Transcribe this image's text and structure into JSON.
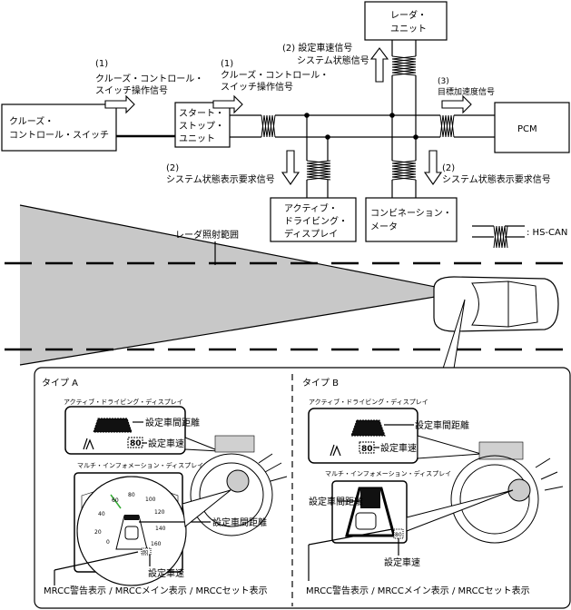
{
  "units": {
    "radar": [
      "レーダ・",
      "ユニット"
    ],
    "cruise_switch": [
      "クルーズ・",
      "コントロール・スイッチ"
    ],
    "start_stop": [
      "スタート・",
      "ストップ・",
      "ユニット"
    ],
    "pcm": "PCM",
    "add": [
      "アクティブ・",
      "ドライビング・",
      "ディスプレイ"
    ],
    "meter": [
      "コンビネーション・",
      "メータ"
    ]
  },
  "signals": {
    "s1a": [
      "(1)",
      "クルーズ・コントロール・",
      "スイッチ操作信号"
    ],
    "s1b": [
      "(1)",
      "クルーズ・コントロール・",
      "スイッチ操作信号"
    ],
    "s2_radar": [
      "(2) 設定車速信号",
      "システム状態信号"
    ],
    "s3": [
      "(3)",
      "目標加速度信号"
    ],
    "s2_add": [
      "(2)",
      "システム状態表示要求信号"
    ],
    "s2_meter": [
      "(2)",
      "システム状態表示要求信号"
    ]
  },
  "legend": {
    "hs_can": ": HS-CAN"
  },
  "road": {
    "radar_range": "レーダ照射範囲"
  },
  "type_a": {
    "title": "タイプ A",
    "add_label": "アクティブ・ドライビング・ディスプレイ",
    "mid_label": "マルチ・インフォメーション・ディスプレイ",
    "gap": "設定車間距離",
    "speed": "設定車速",
    "set_speed_value": "80",
    "dial_ticks": [
      "0",
      "20",
      "40",
      "60",
      "80",
      "100",
      "120",
      "140",
      "160"
    ],
    "mrcc": "MRCC警告表示 / MRCCメイン表示 / MRCCセット表示"
  },
  "type_b": {
    "title": "タイプ B",
    "add_label": "アクティブ・ドライビング・ディスプレイ",
    "mid_label": "マルチ・インフォメーション・ディスプレイ",
    "gap": "設定車間距離",
    "speed": "設定車速",
    "set_speed_value": "80",
    "mrcc": "MRCC警告表示 / MRCCメイン表示 / MRCCセット表示"
  },
  "colors": {
    "radar_area": "#c8c8c8",
    "screen_gray": "#d0d0d0",
    "needle": "#33aa33"
  }
}
